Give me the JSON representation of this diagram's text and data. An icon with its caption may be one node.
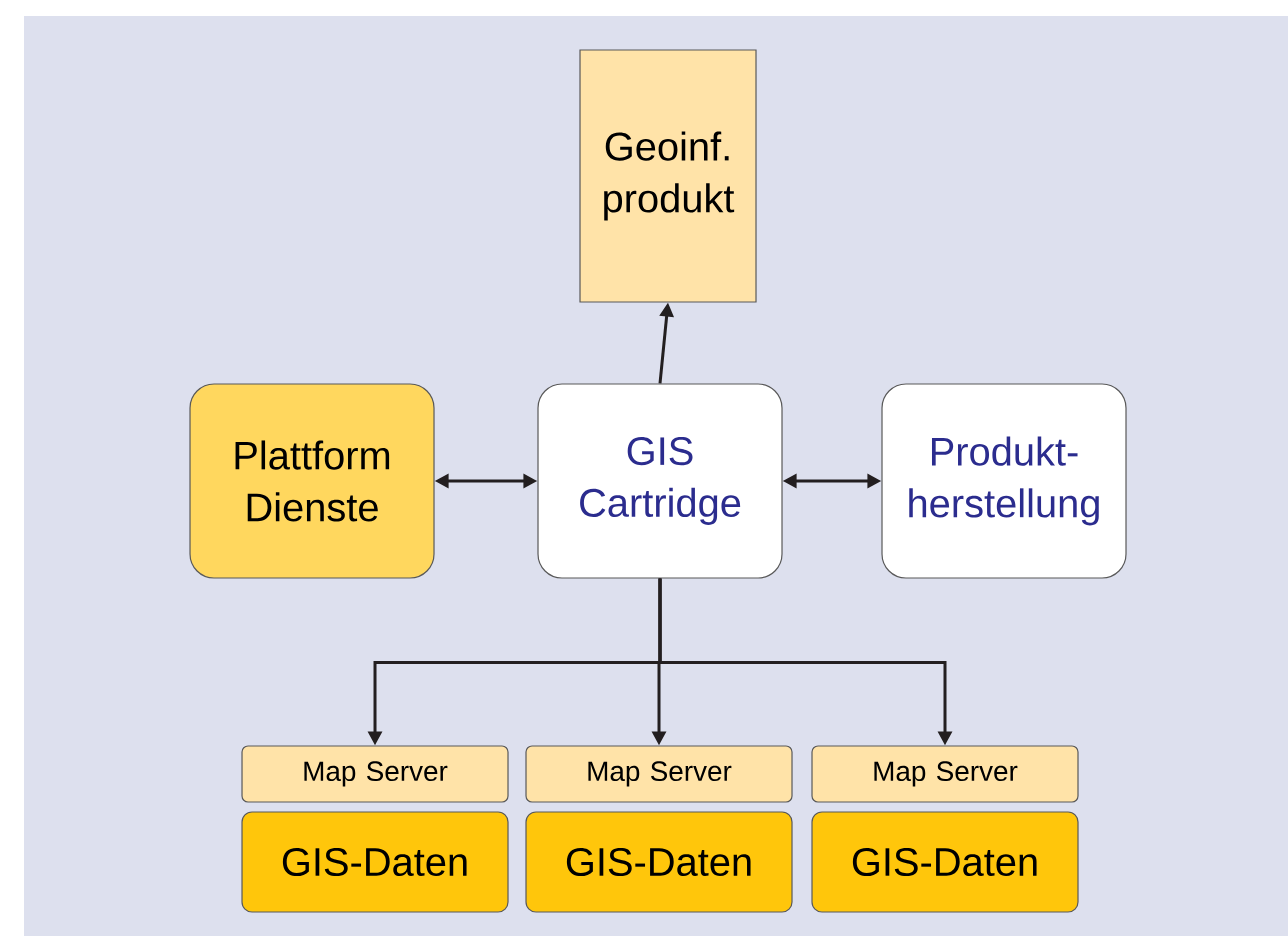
{
  "diagram": {
    "nodes": [
      {
        "text": [
          "Geoinf. produkt"
        ]
      },
      {
        "text": [
          "Plattform Dienste"
        ]
      },
      {
        "text": [
          "GIS Cartridge"
        ]
      },
      {
        "text": [
          "Produkt-herstellung"
        ]
      },
      {
        "text": [
          "Map Server"
        ]
      },
      {
        "text": [
          "Map Server"
        ]
      },
      {
        "text": [
          "Map Server"
        ]
      },
      {
        "text": [
          "GIS-Daten"
        ]
      },
      {
        "text": [
          "GIS-Daten"
        ]
      },
      {
        "text": [
          "GIS-Daten"
        ]
      }
    ],
    "edges": [
      {
        "from": 2,
        "to": 0,
        "arrow": "to"
      },
      {
        "from": 1,
        "to": 2,
        "arrow": "both"
      },
      {
        "from": 2,
        "to": 3,
        "arrow": "both"
      },
      {
        "from": 2,
        "to": 4,
        "arrow": "to"
      },
      {
        "from": 2,
        "to": 5,
        "arrow": "to"
      },
      {
        "from": 2,
        "to": 6,
        "arrow": "to"
      }
    ]
  }
}
